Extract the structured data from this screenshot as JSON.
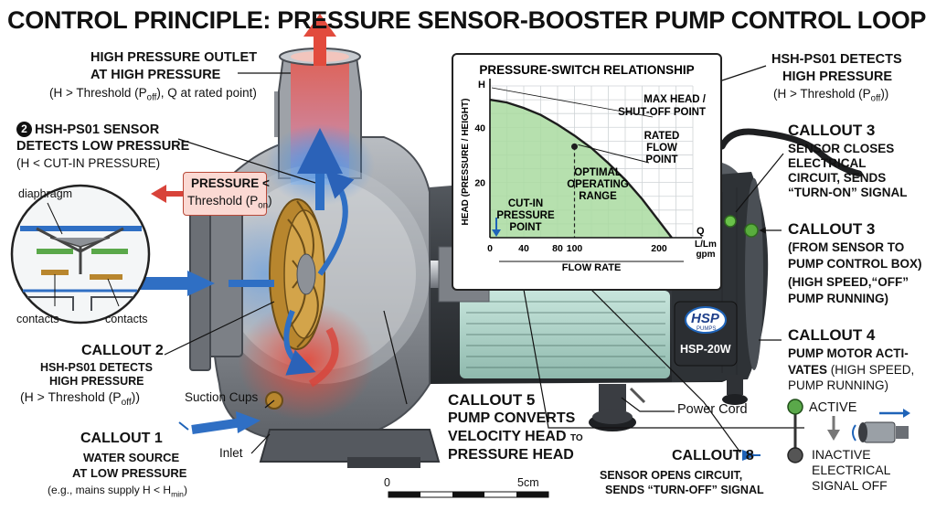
{
  "title": "CONTROL PRINCIPLE: PRESSURE SENSOR-BOOSTER PUMP CONTROL LOOP",
  "colors": {
    "water_high": "#d8433a",
    "water_low": "#2f6fc4",
    "impeller": "#b8862e",
    "chart_fill": "#a9dba0",
    "pump_body": "#8c9096",
    "motor_body": "#3e4247"
  },
  "outlet": {
    "line1": "HIGH PRESSURE OUTLET",
    "line2": "AT HIGH PRESSURE",
    "line3": "(H > Threshold (P",
    "sub": "off",
    "line3b": "), Q at rated point)"
  },
  "sensor_low": {
    "badge": "2",
    "line1": "HSH-PS01 SENSOR",
    "line2": "DETECTS LOW PRESSURE",
    "line3": "(H < CUT-IN PRESSURE)"
  },
  "pressure_box": {
    "line1": "PRESSURE <",
    "line2": "Threshold (P",
    "sub": "on",
    "line2b": ")"
  },
  "diaphragm_labels": {
    "diaphragm": "diaphragm",
    "contacts_left": "contacts",
    "contacts_right": "contacts"
  },
  "callout2": {
    "title": "CALLOUT 2",
    "line1": "HSH-PS01 DETECTS",
    "line2": "HIGH PRESSURE",
    "line3": "(H > Threshold (P",
    "sub": "off",
    "line3b": "))"
  },
  "suction_cups": "Suction Cups",
  "inlet": "Inlet",
  "callout1": {
    "title": "CALLOUT 1",
    "line1": "WATER SOURCE",
    "line2": "AT LOW PRESSURE",
    "line3": "(e.g., mains supply H < H",
    "sub": "min",
    "line3b": ")"
  },
  "scale": {
    "zero": "0",
    "five": "5cm"
  },
  "callout5": {
    "title": "CALLOUT 5",
    "line1": "PUMP CONVERTS",
    "line2": "VELOCITY HEAD",
    "to": "TO",
    "line3": "PRESSURE HEAD"
  },
  "power_cord": "Power Cord",
  "callout8": {
    "title": "CALLOUT 8",
    "line1": "SENSOR OPENS CIRCUIT,",
    "line2": "SENDS “TURN-OFF” SIGNAL"
  },
  "sensor_high": {
    "line1": "HSH-PS01 DETECTS",
    "line2": "HIGH PRESSURE",
    "line3": "(H > Threshold (P",
    "sub": "off",
    "line3b": "))"
  },
  "callout3a": {
    "title": "CALLOUT 3",
    "line1": "SENSOR CLOSES",
    "line2": "ELECTRICAL",
    "line3": "CIRCUIT, SENDS",
    "line4": "“TURN-ON” SIGNAL"
  },
  "callout3b": {
    "title": "CALLOUT 3",
    "line1": "(FROM SENSOR TO",
    "line2": "PUMP CONTROL BOX)",
    "line3": "(HIGH SPEED,“OFF”",
    "line4": "PUMP RUNNING)"
  },
  "callout4": {
    "title": "CALLOUT 4",
    "line1": "PUMP MOTOR ACTI-",
    "line2a": "VATES",
    "line2b": "(HIGH SPEED,",
    "line3": "PUMP RUNNING)"
  },
  "brand": {
    "logo": "HSP",
    "logo_small": "PUMPS",
    "model": "HSP-20W"
  },
  "state": {
    "active": "ACTIVE",
    "inactive_line1": "INACTIVE",
    "inactive_line2": "ELECTRICAL",
    "inactive_line3": "SIGNAL OFF"
  },
  "chart_data": {
    "type": "area",
    "title": "PRESSURE-SWITCH RELATIONSHIP",
    "ylabel": "HEAD (PRESSURE / HEIGHT)",
    "xlabel": "FLOW RATE",
    "x_axis_letter": "Q",
    "y_axis_letter": "H",
    "x_unit": "L/Lm\ngpm",
    "xlim": [
      0,
      240
    ],
    "ylim": [
      0,
      55
    ],
    "xticks": [
      "0",
      "40",
      "80",
      "100",
      "200"
    ],
    "yticks": [
      "20",
      "40"
    ],
    "grid": true,
    "series": [
      {
        "x": [
          0,
          20,
          40,
          60,
          80,
          100,
          120,
          140,
          160,
          180,
          200,
          215
        ],
        "y": [
          50,
          49,
          47,
          44.5,
          41,
          37,
          32.5,
          27,
          21,
          14,
          6,
          0
        ]
      }
    ],
    "annotations": {
      "max_head": [
        "MAX HEAD /",
        "SHUT-OFF POINT"
      ],
      "rated": [
        "RATED",
        "FLOW",
        "POINT"
      ],
      "optimal": [
        "OPTIMAL",
        "OPERATING",
        "RANGE"
      ],
      "cutin": [
        "CUT-IN",
        "PRESSURE",
        "POINT"
      ]
    },
    "rated_point": {
      "x": 100,
      "y": 33
    },
    "operating_range_x": [
      0,
      100
    ]
  }
}
